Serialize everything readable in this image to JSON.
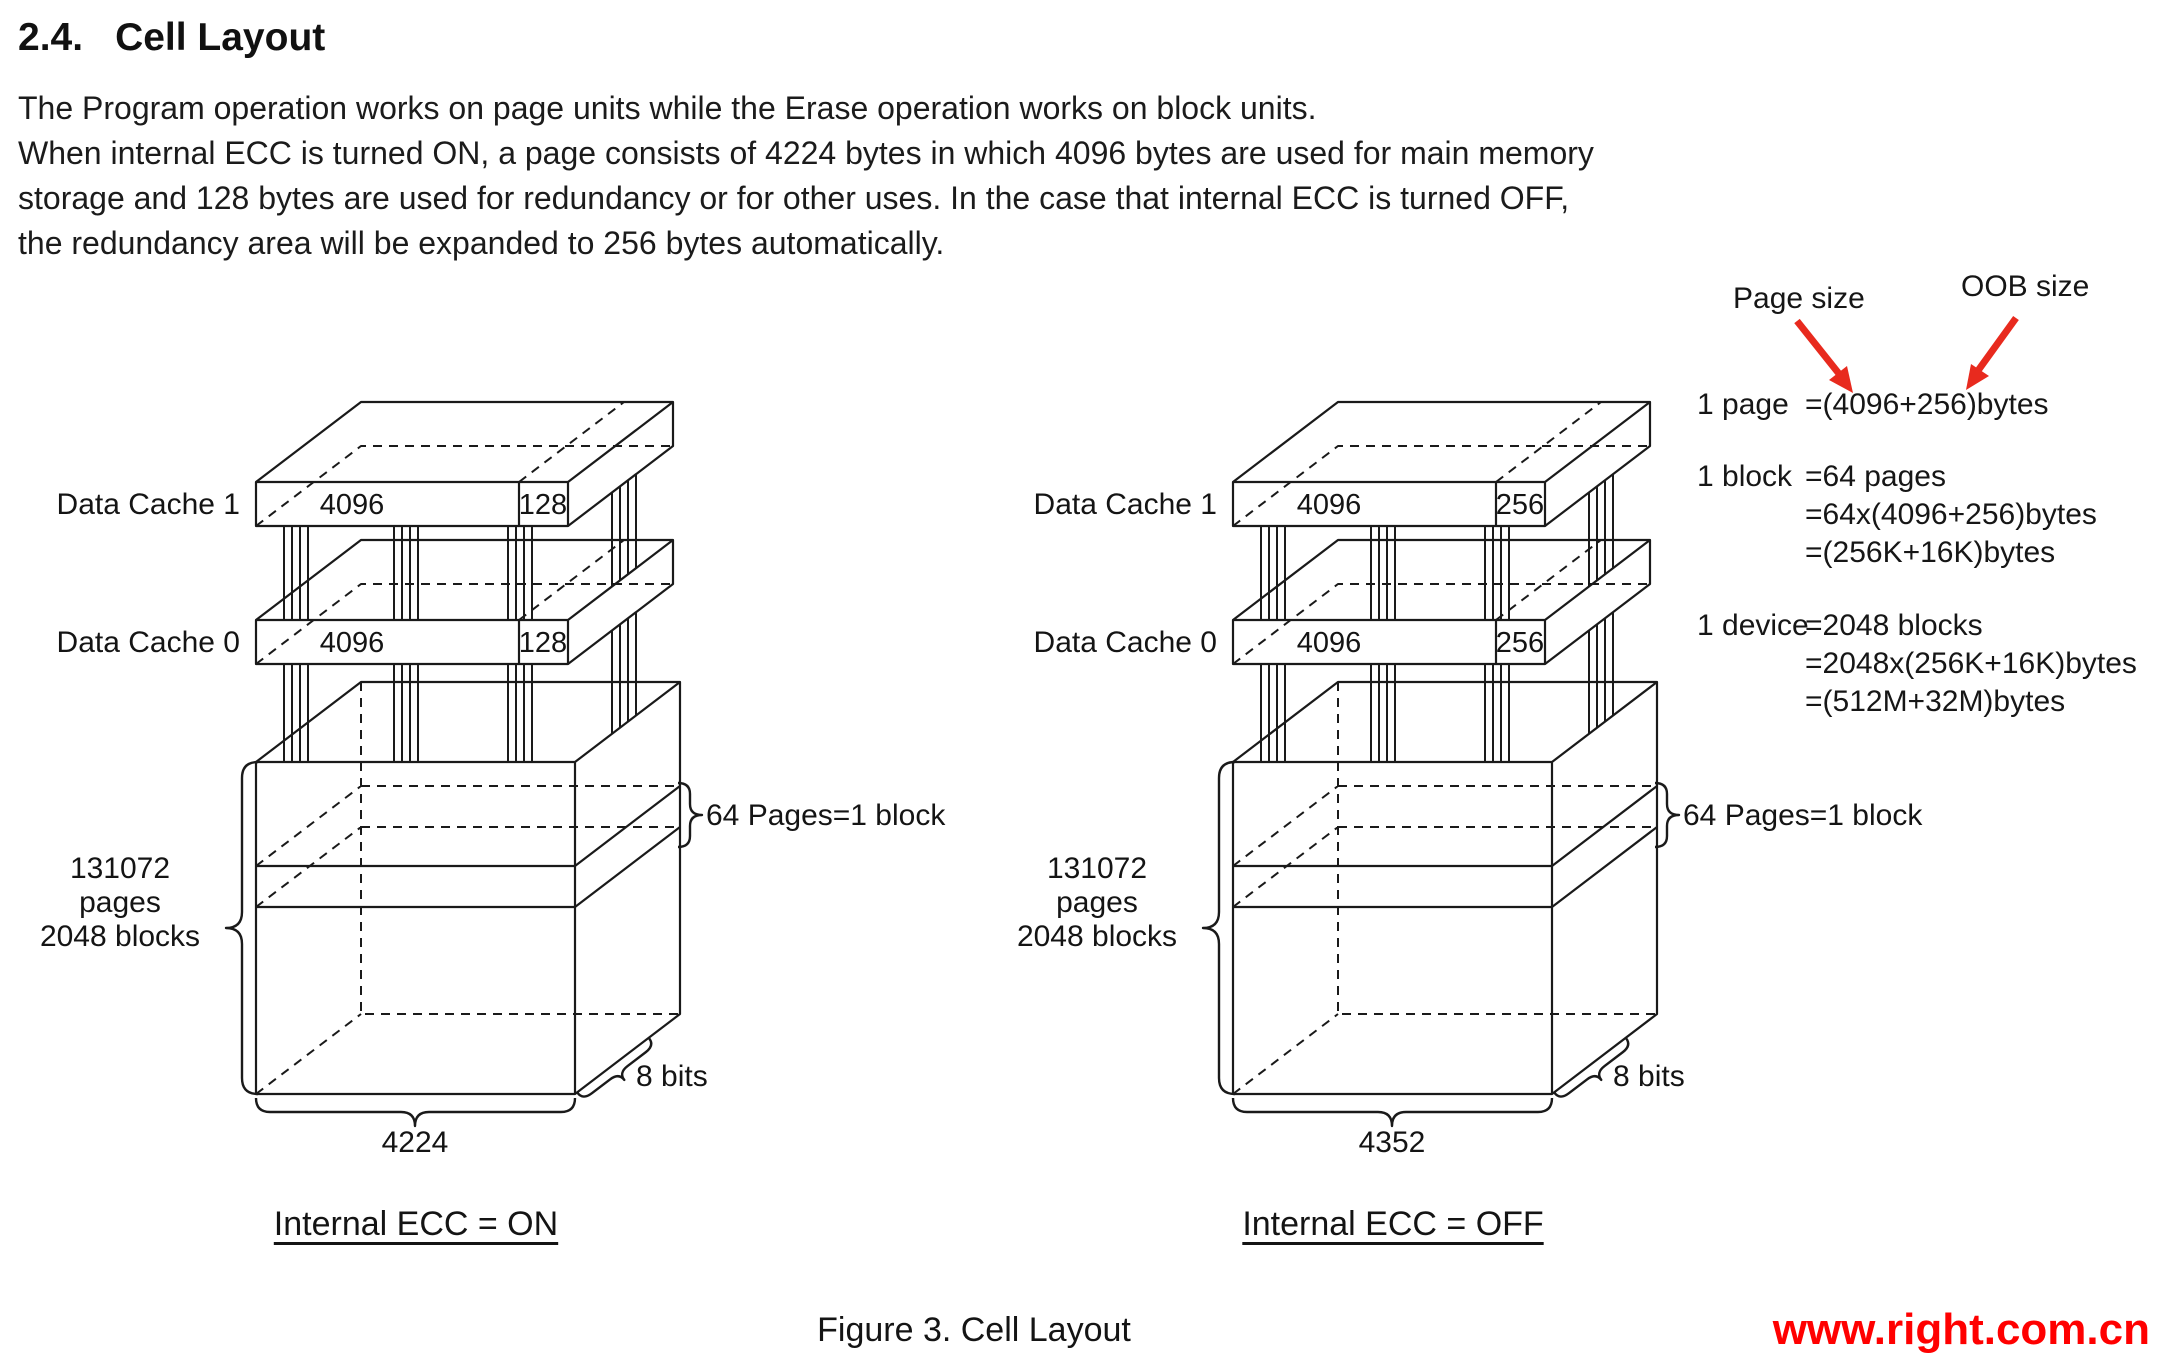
{
  "page": {
    "section_number": "2.4.",
    "section_title": "Cell Layout",
    "paragraph_lines": [
      "The Program operation works on page units while the Erase operation works on block units.",
      "When internal ECC is turned ON, a page consists of 4224 bytes in which 4096 bytes are used for main memory",
      "storage and 128 bytes are used for redundancy or for other uses. In the case that internal ECC is turned OFF,",
      "the redundancy area will be expanded to 256 bytes automatically."
    ]
  },
  "figure": {
    "caption": "Figure 3. Cell Layout",
    "left_diagram": {
      "title": "Internal ECC = ON",
      "data_cache_1_label": "Data Cache 1",
      "data_cache_0_label": "Data Cache 0",
      "main_area_bytes": "4096",
      "spare_area_bytes": "128",
      "pages_count": "131072",
      "pages_word": "pages",
      "blocks_count": "2048 blocks",
      "pages_per_block": "64 Pages=1 block",
      "bus_width": "8 bits",
      "page_width_bytes": "4224"
    },
    "right_diagram": {
      "title": "Internal ECC = OFF",
      "data_cache_1_label": "Data Cache 1",
      "data_cache_0_label": "Data Cache 0",
      "main_area_bytes": "4096",
      "spare_area_bytes": "256",
      "pages_count": "131072",
      "pages_word": "pages",
      "blocks_count": "2048 blocks",
      "pages_per_block": "64 Pages=1 block",
      "bus_width": "8 bits",
      "page_width_bytes": "4352"
    },
    "annotations": {
      "page_size_label": "Page size",
      "oob_size_label": "OOB size",
      "rows": [
        {
          "left": "1 page",
          "right": "=(4096+256)bytes"
        },
        {
          "left": "1 block",
          "right": "=64 pages"
        },
        {
          "left": "",
          "right": "=64x(4096+256)bytes"
        },
        {
          "left": "",
          "right": "=(256K+16K)bytes"
        },
        {
          "left": "1 device",
          "right": "=2048 blocks"
        },
        {
          "left": "",
          "right": "=2048x(256K+16K)bytes"
        },
        {
          "left": "",
          "right": "=(512M+32M)bytes"
        }
      ]
    }
  },
  "watermark": "www.right.com.cn",
  "colors": {
    "arrow_red": "#e82a1e",
    "watermark_red": "#ff0000",
    "ink": "#1a1a1a"
  }
}
